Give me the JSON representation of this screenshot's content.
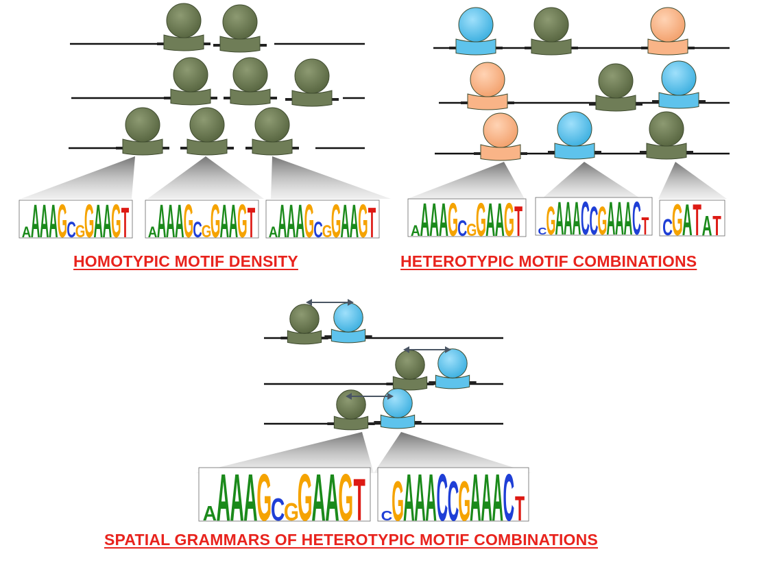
{
  "captions": {
    "homotypic": "HOMOTYPIC MOTIF DENSITY",
    "heterotypic": "HETEROTYPIC MOTIF COMBINATIONS",
    "spatial": "SPATIAL GRAMMARS OF HETEROTYPIC MOTIF COMBINATIONS"
  },
  "colors": {
    "green_factor": "#6f7d57",
    "blue_factor": "#5ec3ec",
    "orange_factor": "#f9b487",
    "caption": "#e8231d",
    "dna": "#111111",
    "arrow": "#4a5563",
    "base_A": "#1b8a1b",
    "base_C": "#1f3fd6",
    "base_G": "#f5a300",
    "base_T": "#dd1a14"
  },
  "motifs": {
    "ets": "AAAAGCGGAAGT",
    "cgaaa": "CGAAACCGAAACT",
    "gata": "CGATAT"
  }
}
